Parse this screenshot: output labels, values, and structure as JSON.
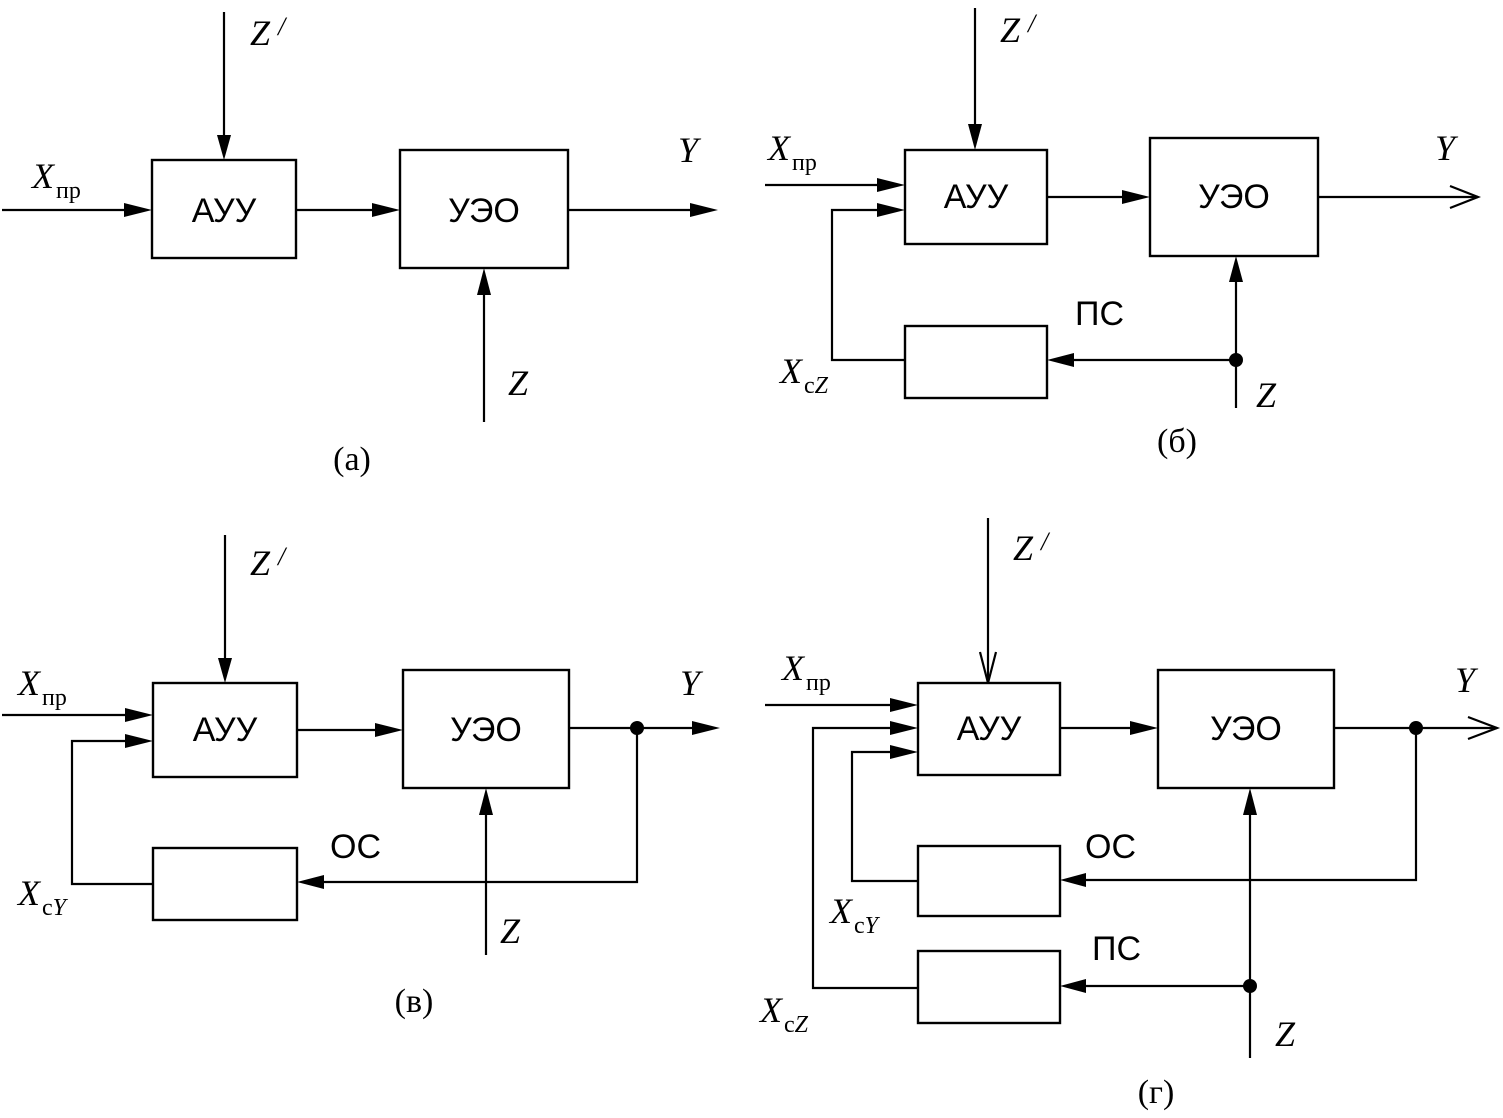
{
  "blocks": {
    "auu": "АУУ",
    "ueo": "УЭО",
    "os": "ОС",
    "ps": "ПС"
  },
  "signals": {
    "z_prime": "Z",
    "z_prime_mark": "/",
    "x": "X",
    "x_pr_sub": "пр",
    "y": "Y",
    "z": "Z",
    "xc_sub": "с",
    "xcz_sub_letter": "Z",
    "xcy_sub_letter": "Y"
  },
  "panels": [
    {
      "id": "a",
      "caption": "(а)"
    },
    {
      "id": "b",
      "caption": "(б)"
    },
    {
      "id": "v",
      "caption": "(в)"
    },
    {
      "id": "g",
      "caption": "(г)"
    }
  ]
}
